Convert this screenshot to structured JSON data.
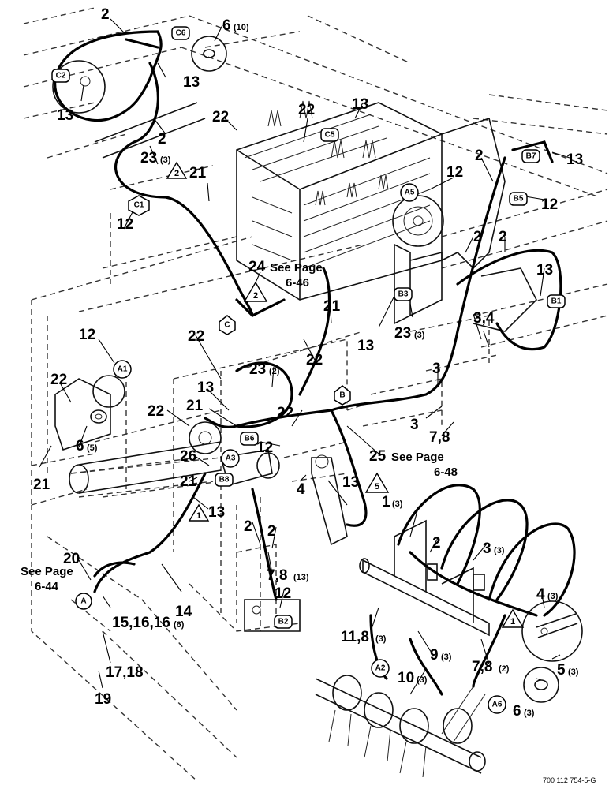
{
  "diagram": {
    "document_number": "700 112 754-5-G",
    "see_page_labels": {
      "p646": "See Page",
      "p646_num": "6-46",
      "p648": "See Page",
      "p648_num": "6-48",
      "p644": "See Page",
      "p644_num": "6-44"
    },
    "callouts": [
      {
        "id": "c-2a",
        "text": "2"
      },
      {
        "id": "c-6-10",
        "text": "6",
        "qty": "(10)"
      },
      {
        "id": "c-13a",
        "text": "13"
      },
      {
        "id": "c-13b",
        "text": "13"
      },
      {
        "id": "c-2b",
        "text": "2"
      },
      {
        "id": "c-23-3a",
        "text": "23",
        "qty": "(3)"
      },
      {
        "id": "c-21a",
        "text": "21"
      },
      {
        "id": "c-12a",
        "text": "12"
      },
      {
        "id": "c-22a",
        "text": "22"
      },
      {
        "id": "c-22b",
        "text": "22"
      },
      {
        "id": "c-13c",
        "text": "13"
      },
      {
        "id": "c-2c",
        "text": "2"
      },
      {
        "id": "c-13d",
        "text": "13"
      },
      {
        "id": "c-12b",
        "text": "12"
      },
      {
        "id": "c-12c",
        "text": "12"
      },
      {
        "id": "c-2d",
        "text": "2"
      },
      {
        "id": "c-2e",
        "text": "2"
      },
      {
        "id": "c-24",
        "text": "24"
      },
      {
        "id": "c-13e",
        "text": "13"
      },
      {
        "id": "c-21b",
        "text": "21"
      },
      {
        "id": "c-13f",
        "text": "13"
      },
      {
        "id": "c-23-3b",
        "text": "23",
        "qty": "(3)"
      },
      {
        "id": "c-34",
        "text": "3,4"
      },
      {
        "id": "c-12d",
        "text": "12"
      },
      {
        "id": "c-22c",
        "text": "22"
      },
      {
        "id": "c-22d",
        "text": "22"
      },
      {
        "id": "c-3a",
        "text": "3"
      },
      {
        "id": "c-22e",
        "text": "22"
      },
      {
        "id": "c-23-2",
        "text": "23",
        "qty": "(2)"
      },
      {
        "id": "c-13g",
        "text": "13"
      },
      {
        "id": "c-3b",
        "text": "3"
      },
      {
        "id": "c-78a",
        "text": "7,8"
      },
      {
        "id": "c-6-5",
        "text": "6",
        "qty": "(5)"
      },
      {
        "id": "c-22f",
        "text": "22"
      },
      {
        "id": "c-21c",
        "text": "21"
      },
      {
        "id": "c-22g",
        "text": "22"
      },
      {
        "id": "c-21d",
        "text": "21"
      },
      {
        "id": "c-12e",
        "text": "12"
      },
      {
        "id": "c-25",
        "text": "25"
      },
      {
        "id": "c-26",
        "text": "26"
      },
      {
        "id": "c-21e",
        "text": "21"
      },
      {
        "id": "c-4a",
        "text": "4"
      },
      {
        "id": "c-13h",
        "text": "13"
      },
      {
        "id": "c-13i",
        "text": "13"
      },
      {
        "id": "c-1-3",
        "text": "1",
        "qty": "(3)"
      },
      {
        "id": "c-2f",
        "text": "2"
      },
      {
        "id": "c-2g",
        "text": "2"
      },
      {
        "id": "c-2h",
        "text": "2"
      },
      {
        "id": "c-3-3",
        "text": "3",
        "qty": "(3)"
      },
      {
        "id": "c-20",
        "text": "20"
      },
      {
        "id": "c-78-13",
        "text": "7,8",
        "qty": "(13)"
      },
      {
        "id": "c-12f",
        "text": "12"
      },
      {
        "id": "c-4-3",
        "text": "4",
        "qty": "(3)"
      },
      {
        "id": "c-14",
        "text": "14"
      },
      {
        "id": "c-118-3",
        "text": "11,8",
        "qty": "(3)"
      },
      {
        "id": "c-15-16",
        "text": "15,16,16",
        "qty": "(6)"
      },
      {
        "id": "c-9-3",
        "text": "9",
        "qty": "(3)"
      },
      {
        "id": "c-78-2",
        "text": "7,8",
        "qty": "(2)"
      },
      {
        "id": "c-5-3",
        "text": "5",
        "qty": "(3)"
      },
      {
        "id": "c-1718",
        "text": "17,18"
      },
      {
        "id": "c-10-3",
        "text": "10",
        "qty": "(3)"
      },
      {
        "id": "c-19",
        "text": "19"
      },
      {
        "id": "c-6-3",
        "text": "6",
        "qty": "(3)"
      }
    ],
    "connectors": [
      {
        "id": "C6",
        "text": "C6"
      },
      {
        "id": "C2",
        "text": "C2"
      },
      {
        "id": "C5",
        "text": "C5"
      },
      {
        "id": "C1",
        "text": "C1"
      },
      {
        "id": "B7",
        "text": "B7"
      },
      {
        "id": "A5",
        "text": "A5"
      },
      {
        "id": "B5",
        "text": "B5"
      },
      {
        "id": "B3",
        "text": "B3"
      },
      {
        "id": "B1",
        "text": "B1"
      },
      {
        "id": "C",
        "text": "C"
      },
      {
        "id": "A1",
        "text": "A1"
      },
      {
        "id": "B",
        "text": "B"
      },
      {
        "id": "B6",
        "text": "B6"
      },
      {
        "id": "A3",
        "text": "A3"
      },
      {
        "id": "B8",
        "text": "B8"
      },
      {
        "id": "A",
        "text": "A"
      },
      {
        "id": "B2",
        "text": "B2"
      },
      {
        "id": "A2",
        "text": "A2"
      },
      {
        "id": "A6",
        "text": "A6"
      }
    ],
    "notes": [
      {
        "id": "n2a",
        "text": "2"
      },
      {
        "id": "n2b",
        "text": "2"
      },
      {
        "id": "n5",
        "text": "5"
      },
      {
        "id": "n1a",
        "text": "1"
      },
      {
        "id": "n1b",
        "text": "1"
      }
    ]
  }
}
